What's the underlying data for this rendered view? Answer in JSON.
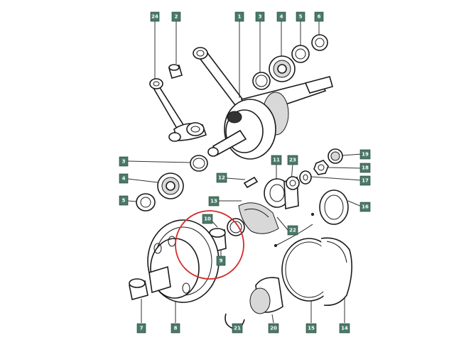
{
  "colors": {
    "badge_fill": "#4a7a68",
    "highlight_circle": "#d42a2a",
    "line": "#1a1a1a"
  },
  "callouts": {
    "c1": "1",
    "c2": "2",
    "c3a": "3",
    "c3b": "3",
    "c4a": "4",
    "c4b": "4",
    "c5a": "5",
    "c5b": "5",
    "c6": "6",
    "c7": "7",
    "c8": "8",
    "c9": "9",
    "c10": "10",
    "c11": "11",
    "c12": "12",
    "c13": "13",
    "c14": "14",
    "c15": "15",
    "c16": "16",
    "c17": "17",
    "c18": "18",
    "c19": "19",
    "c20": "20",
    "c21": "21",
    "c22": "22",
    "c23": "23",
    "c24": "24"
  }
}
